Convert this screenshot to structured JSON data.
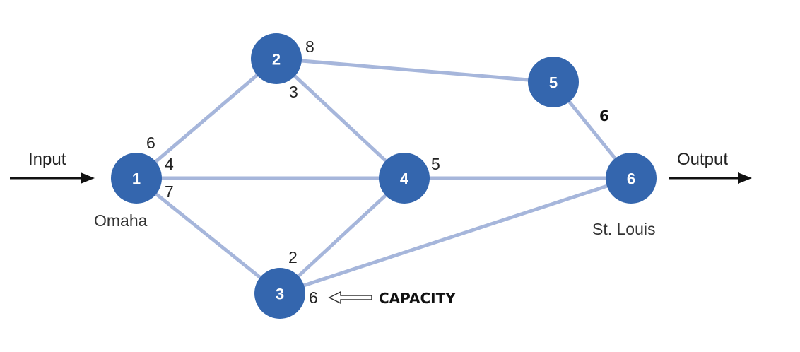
{
  "nodes": [
    {
      "id": "1"
    },
    {
      "id": "2"
    },
    {
      "id": "3"
    },
    {
      "id": "4"
    },
    {
      "id": "5"
    },
    {
      "id": "6"
    }
  ],
  "edges": [
    {
      "from": "1",
      "to": "2"
    },
    {
      "from": "1",
      "to": "4"
    },
    {
      "from": "1",
      "to": "3"
    },
    {
      "from": "2",
      "to": "5"
    },
    {
      "from": "2",
      "to": "4"
    },
    {
      "from": "3",
      "to": "4"
    },
    {
      "from": "3",
      "to": "6"
    },
    {
      "from": "4",
      "to": "6"
    },
    {
      "from": "5",
      "to": "6"
    }
  ],
  "capacities": {
    "node1_to_2": "6",
    "node1_to_4": "4",
    "node1_to_3": "7",
    "node2_to_5": "8",
    "node2_to_4": "3",
    "node3_to_4": "2",
    "node3_to_6": "6",
    "node4_to_6": "5",
    "node5_to_6": "6"
  },
  "place_labels": {
    "source": "Omaha",
    "sink": "St. Louis"
  },
  "io": {
    "input": "Input",
    "output": "Output"
  },
  "annotation": "CAPACITY"
}
